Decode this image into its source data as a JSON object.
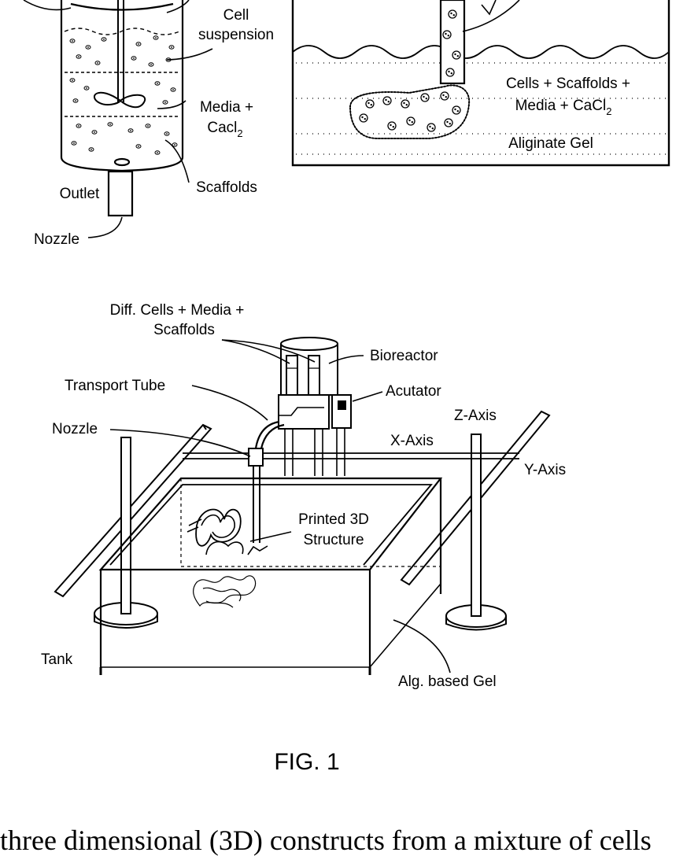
{
  "labels": {
    "cell_suspension_1": "Cell",
    "cell_suspension_2": "suspension",
    "media_cacl2_1": "Media +",
    "media_cacl2_2": "Cacl",
    "media_cacl2_sub": "2",
    "outlet": "Outlet",
    "scaffolds": "Scaffolds",
    "nozzle_top": "Nozzle",
    "cells_scaffolds_1": "Cells + Scaffolds +",
    "cells_scaffolds_2": "Media + CaCl",
    "cells_scaffolds_sub": "2",
    "aliginate_gel": "Aliginate Gel",
    "diff_cells_1": "Diff. Cells + Media +",
    "diff_cells_2": "Scaffolds",
    "bioreactor": "Bioreactor",
    "transport_tube": "Transport Tube",
    "acutator": "Acutator",
    "nozzle": "Nozzle",
    "z_axis": "Z-Axis",
    "x_axis": "X-Axis",
    "y_axis": "Y-Axis",
    "printed_1": "Printed 3D",
    "printed_2": "Structure",
    "tank": "Tank",
    "alg_gel": "Alg. based Gel"
  },
  "caption": "FIG. 1",
  "paragraph": "three dimensional (3D) constructs from a mixture of cells"
}
